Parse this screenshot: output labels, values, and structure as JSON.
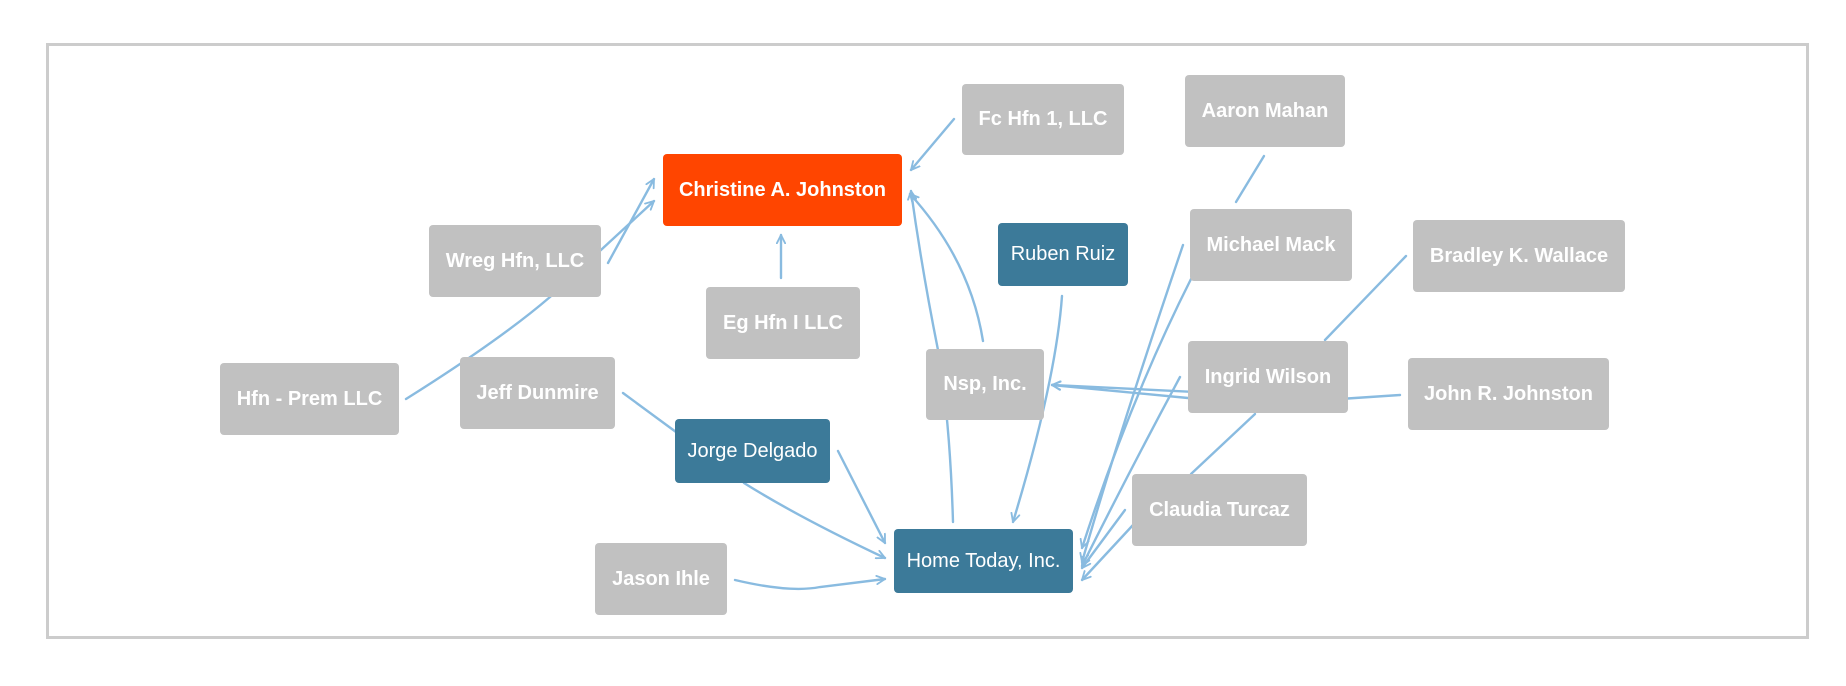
{
  "colors": {
    "edge": "#89bbe0",
    "node_grey": "#c1c1c1",
    "node_blue": "#3c7a99",
    "node_focus": "#ff4500",
    "frame_border": "#cccccc"
  },
  "nodes": {
    "christine": {
      "label": "Christine A. Johnston",
      "type": "focus"
    },
    "fc_hfn": {
      "label": "Fc Hfn 1, LLC",
      "type": "grey"
    },
    "aaron": {
      "label": "Aaron Mahan",
      "type": "grey"
    },
    "wreg": {
      "label": "Wreg Hfn, LLC",
      "type": "grey"
    },
    "ruben": {
      "label": "Ruben Ruiz",
      "type": "blue"
    },
    "michael": {
      "label": "Michael Mack",
      "type": "grey"
    },
    "bradley": {
      "label": "Bradley K. Wallace",
      "type": "grey"
    },
    "eg_hfn": {
      "label": "Eg Hfn I LLC",
      "type": "grey"
    },
    "hfn_prem": {
      "label": "Hfn - Prem LLC",
      "type": "grey"
    },
    "jeff": {
      "label": "Jeff Dunmire",
      "type": "grey"
    },
    "nsp": {
      "label": "Nsp, Inc.",
      "type": "grey"
    },
    "ingrid": {
      "label": "Ingrid Wilson",
      "type": "grey"
    },
    "john": {
      "label": "John R. Johnston",
      "type": "grey"
    },
    "jorge": {
      "label": "Jorge Delgado",
      "type": "blue"
    },
    "claudia": {
      "label": "Claudia Turcaz",
      "type": "grey"
    },
    "jason": {
      "label": "Jason Ihle",
      "type": "grey"
    },
    "home_today": {
      "label": "Home Today, Inc.",
      "type": "blue"
    }
  },
  "edges": [
    {
      "from": "fc_hfn",
      "to": "christine"
    },
    {
      "from": "wreg",
      "to": "christine"
    },
    {
      "from": "hfn_prem",
      "to": "christine"
    },
    {
      "from": "eg_hfn",
      "to": "christine"
    },
    {
      "from": "nsp",
      "to": "christine"
    },
    {
      "from": "home_today",
      "to": "christine"
    },
    {
      "from": "ingrid",
      "to": "nsp"
    },
    {
      "from": "john",
      "to": "nsp"
    },
    {
      "from": "ruben",
      "to": "home_today"
    },
    {
      "from": "jeff",
      "to": "home_today"
    },
    {
      "from": "jorge",
      "to": "home_today"
    },
    {
      "from": "jason",
      "to": "home_today"
    },
    {
      "from": "aaron",
      "to": "home_today"
    },
    {
      "from": "michael",
      "to": "home_today"
    },
    {
      "from": "bradley",
      "to": "home_today"
    },
    {
      "from": "ingrid",
      "to": "home_today"
    },
    {
      "from": "claudia",
      "to": "home_today"
    }
  ]
}
